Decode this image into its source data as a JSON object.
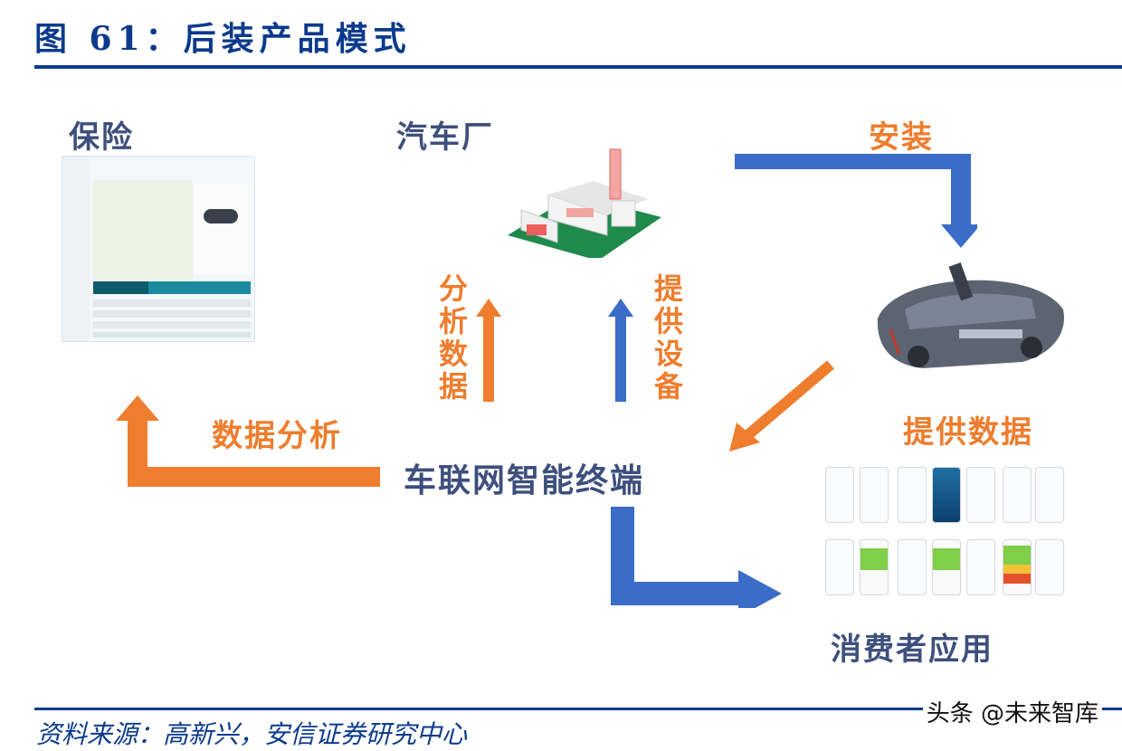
{
  "figure": {
    "title": "图 61：后装产品模式"
  },
  "nodes": {
    "insurance": "保险",
    "automaker": "汽车厂",
    "terminal": "车联网智能终端",
    "consumer_apps": "消费者应用"
  },
  "edges": {
    "install": "安装",
    "analyze_data_vertical": "分析数据",
    "provide_equipment_vertical": "提供设备",
    "data_analysis": "数据分析",
    "provide_data": "提供数据"
  },
  "colors": {
    "title_blue": "#0b3a8c",
    "arrow_blue": "#3a6cc8",
    "arrow_orange": "#ee7d2e",
    "node_label": "#3d4f7c"
  },
  "footer": {
    "source": "资料来源：高新兴，安信证券研究中心",
    "watermark": "头条 @未来智库"
  }
}
